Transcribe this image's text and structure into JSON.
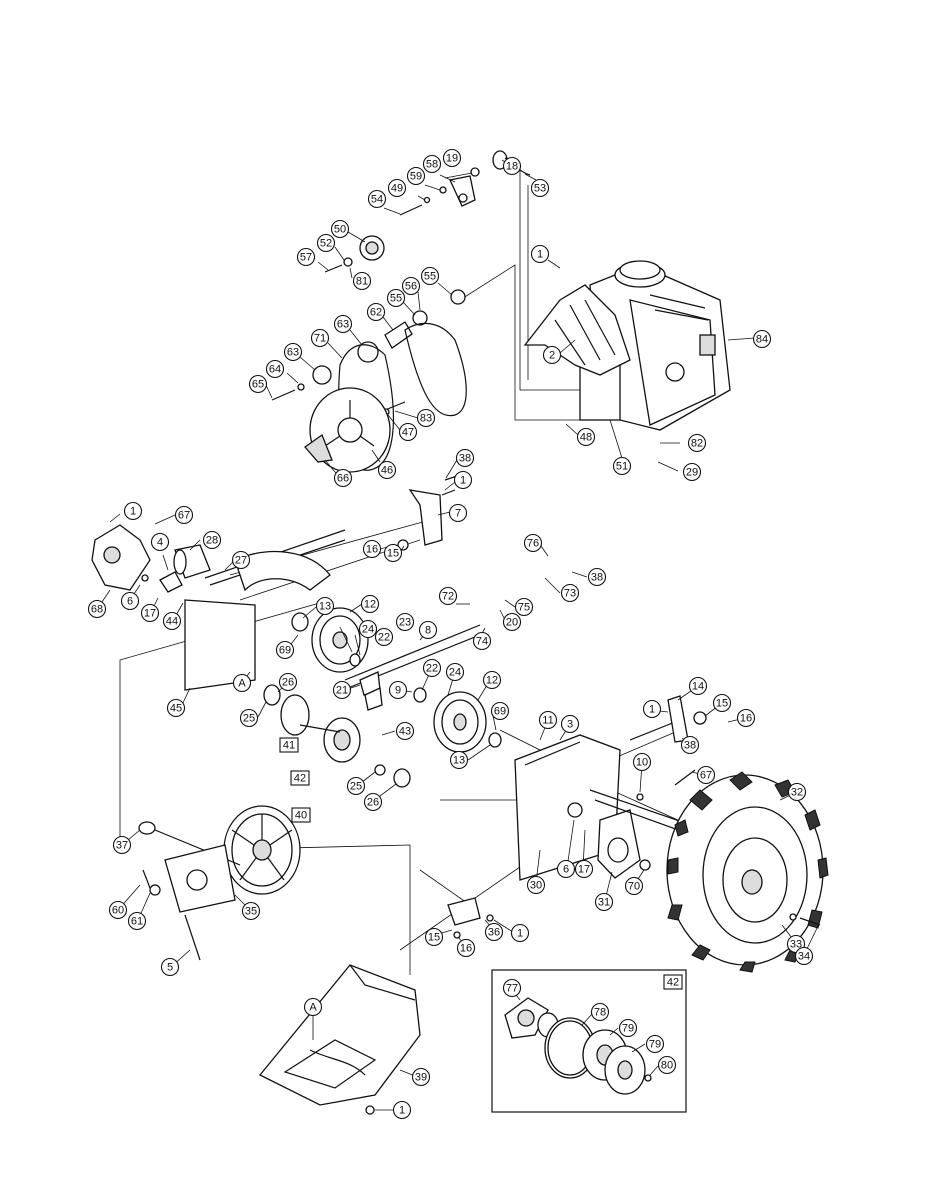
{
  "callouts": [
    {
      "id": "c-18",
      "label": "18"
    },
    {
      "id": "c-19",
      "label": "19"
    },
    {
      "id": "c-58",
      "label": "58"
    },
    {
      "id": "c-59",
      "label": "59"
    },
    {
      "id": "c-53",
      "label": "53"
    },
    {
      "id": "c-49",
      "label": "49"
    },
    {
      "id": "c-54",
      "label": "54"
    },
    {
      "id": "c-50",
      "label": "50"
    },
    {
      "id": "c-52",
      "label": "52"
    },
    {
      "id": "c-57",
      "label": "57"
    },
    {
      "id": "c-81",
      "label": "81"
    },
    {
      "id": "c-1a",
      "label": "1"
    },
    {
      "id": "c-55a",
      "label": "55"
    },
    {
      "id": "c-56",
      "label": "56"
    },
    {
      "id": "c-55b",
      "label": "55"
    },
    {
      "id": "c-62",
      "label": "62"
    },
    {
      "id": "c-63a",
      "label": "63"
    },
    {
      "id": "c-71",
      "label": "71"
    },
    {
      "id": "c-63b",
      "label": "63"
    },
    {
      "id": "c-64",
      "label": "64"
    },
    {
      "id": "c-65",
      "label": "65"
    },
    {
      "id": "c-2",
      "label": "2"
    },
    {
      "id": "c-84",
      "label": "84"
    },
    {
      "id": "c-83",
      "label": "83"
    },
    {
      "id": "c-47",
      "label": "47"
    },
    {
      "id": "c-48",
      "label": "48"
    },
    {
      "id": "c-82",
      "label": "82"
    },
    {
      "id": "c-29",
      "label": "29"
    },
    {
      "id": "c-51",
      "label": "51"
    },
    {
      "id": "c-46",
      "label": "46"
    },
    {
      "id": "c-66",
      "label": "66"
    },
    {
      "id": "c-38a",
      "label": "38"
    },
    {
      "id": "c-1b",
      "label": "1"
    },
    {
      "id": "c-7",
      "label": "7"
    },
    {
      "id": "c-1c",
      "label": "1"
    },
    {
      "id": "c-67a",
      "label": "67"
    },
    {
      "id": "c-28",
      "label": "28"
    },
    {
      "id": "c-4",
      "label": "4"
    },
    {
      "id": "c-27",
      "label": "27"
    },
    {
      "id": "c-16a",
      "label": "16"
    },
    {
      "id": "c-15a",
      "label": "15"
    },
    {
      "id": "c-76",
      "label": "76"
    },
    {
      "id": "c-38b",
      "label": "38"
    },
    {
      "id": "c-73",
      "label": "73"
    },
    {
      "id": "c-72",
      "label": "72"
    },
    {
      "id": "c-75",
      "label": "75"
    },
    {
      "id": "c-20",
      "label": "20"
    },
    {
      "id": "c-74",
      "label": "74"
    },
    {
      "id": "c-68",
      "label": "68"
    },
    {
      "id": "c-6a",
      "label": "6"
    },
    {
      "id": "c-17a",
      "label": "17"
    },
    {
      "id": "c-44",
      "label": "44"
    },
    {
      "id": "c-13a",
      "label": "13"
    },
    {
      "id": "c-12a",
      "label": "12"
    },
    {
      "id": "c-23",
      "label": "23"
    },
    {
      "id": "c-8",
      "label": "8"
    },
    {
      "id": "c-69a",
      "label": "69"
    },
    {
      "id": "c-24a",
      "label": "24"
    },
    {
      "id": "c-22a",
      "label": "22"
    },
    {
      "id": "c-21",
      "label": "21"
    },
    {
      "id": "c-9",
      "label": "9"
    },
    {
      "id": "c-22b",
      "label": "22"
    },
    {
      "id": "c-24b",
      "label": "24"
    },
    {
      "id": "c-12b",
      "label": "12"
    },
    {
      "id": "c-45",
      "label": "45"
    },
    {
      "id": "c-A1",
      "label": "A"
    },
    {
      "id": "c-26a",
      "label": "26"
    },
    {
      "id": "c-25a",
      "label": "25"
    },
    {
      "id": "c-43",
      "label": "43"
    },
    {
      "id": "c-69b",
      "label": "69"
    },
    {
      "id": "c-11",
      "label": "11"
    },
    {
      "id": "c-3",
      "label": "3"
    },
    {
      "id": "c-13b",
      "label": "13"
    },
    {
      "id": "c-25b",
      "label": "25"
    },
    {
      "id": "c-26b",
      "label": "26"
    },
    {
      "id": "c-1d",
      "label": "1"
    },
    {
      "id": "c-14",
      "label": "14"
    },
    {
      "id": "c-15b",
      "label": "15"
    },
    {
      "id": "c-16b",
      "label": "16"
    },
    {
      "id": "c-38c",
      "label": "38"
    },
    {
      "id": "c-10",
      "label": "10"
    },
    {
      "id": "c-67b",
      "label": "67"
    },
    {
      "id": "c-32",
      "label": "32"
    },
    {
      "id": "c-37",
      "label": "37"
    },
    {
      "id": "c-30",
      "label": "30"
    },
    {
      "id": "c-6b",
      "label": "6"
    },
    {
      "id": "c-17b",
      "label": "17"
    },
    {
      "id": "c-70",
      "label": "70"
    },
    {
      "id": "c-31",
      "label": "31"
    },
    {
      "id": "c-60",
      "label": "60"
    },
    {
      "id": "c-61",
      "label": "61"
    },
    {
      "id": "c-35",
      "label": "35"
    },
    {
      "id": "c-15c",
      "label": "15"
    },
    {
      "id": "c-36",
      "label": "36"
    },
    {
      "id": "c-1e",
      "label": "1"
    },
    {
      "id": "c-16c",
      "label": "16"
    },
    {
      "id": "c-33",
      "label": "33"
    },
    {
      "id": "c-34",
      "label": "34"
    },
    {
      "id": "c-5",
      "label": "5"
    },
    {
      "id": "c-A2",
      "label": "A"
    },
    {
      "id": "c-39",
      "label": "39"
    },
    {
      "id": "c-1f",
      "label": "1"
    },
    {
      "id": "c-77",
      "label": "77"
    },
    {
      "id": "c-78",
      "label": "78"
    },
    {
      "id": "c-79a",
      "label": "79"
    },
    {
      "id": "c-79b",
      "label": "79"
    },
    {
      "id": "c-80",
      "label": "80"
    }
  ],
  "boxed_labels": [
    {
      "id": "b-41",
      "label": "41"
    },
    {
      "id": "b-42a",
      "label": "42"
    },
    {
      "id": "b-40",
      "label": "40"
    },
    {
      "id": "b-42b",
      "label": "42"
    }
  ]
}
